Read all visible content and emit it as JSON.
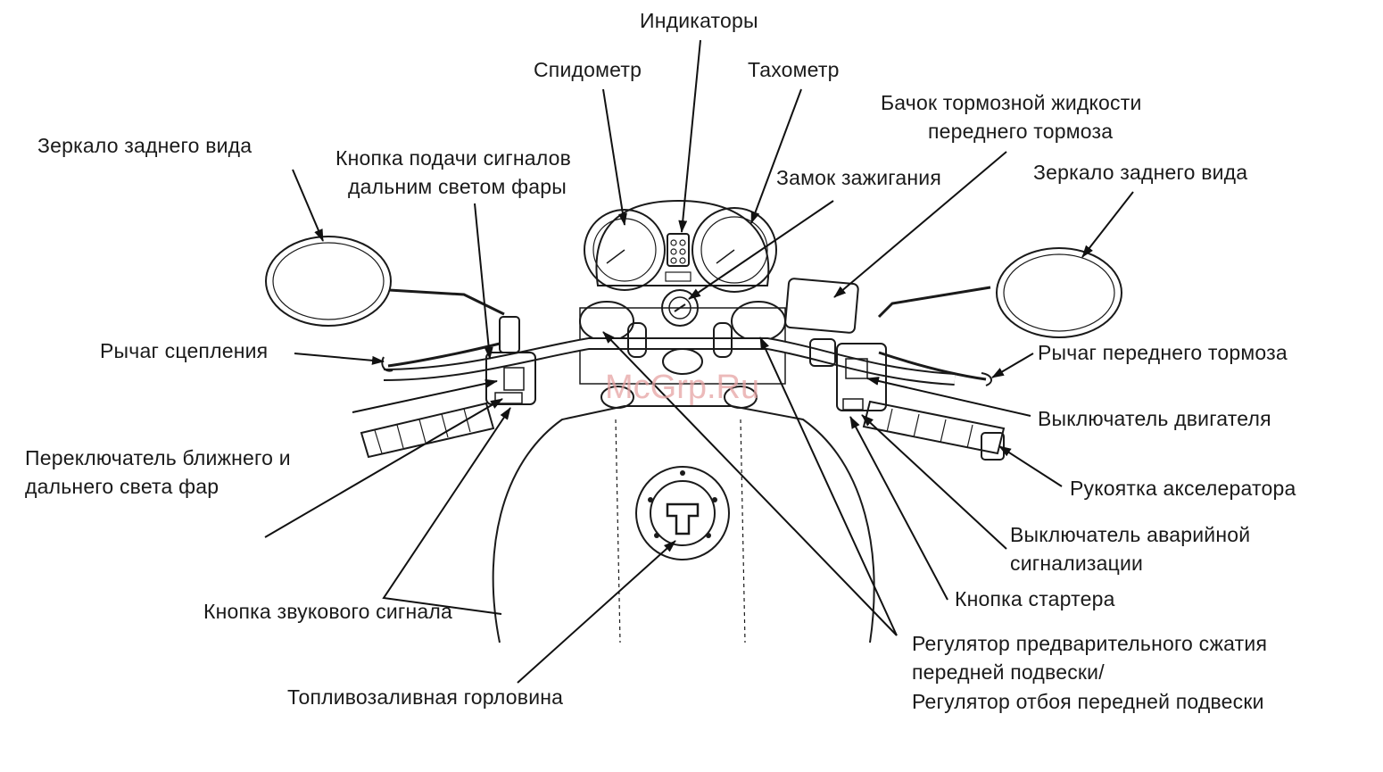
{
  "labels": {
    "indicators": "Индикаторы",
    "speedometer": "Спидометр",
    "tachometer": "Тахометр",
    "brake_fluid_line1": "Бачок тормозной жидкости",
    "brake_fluid_line2": "переднего тормоза",
    "mirror_left": "Зеркало заднего вида",
    "passing_line1": "Кнопка подачи сигналов",
    "passing_line2": "дальним светом фары",
    "ignition": "Замок зажигания",
    "mirror_right": "Зеркало заднего вида",
    "clutch_lever": "Рычаг сцепления",
    "front_brake_lever": "Рычаг переднего тормоза",
    "engine_stop": "Выключатель двигателя",
    "dimmer_line1": "Переключатель ближнего и",
    "dimmer_line2": "дальнего света фар",
    "throttle": "Рукоятка акселератора",
    "hazard_line1": "Выключатель аварийной",
    "hazard_line2": "сигнализации",
    "horn": "Кнопка звукового сигнала",
    "starter": "Кнопка стартера",
    "suspension_line1": "Регулятор предварительного сжатия",
    "suspension_line2": "передней подвески/",
    "suspension_line3": "Регулятор отбоя передней подвески",
    "fuel_filler": "Топливозаливная горловина"
  },
  "watermark": "McGrp.Ru"
}
